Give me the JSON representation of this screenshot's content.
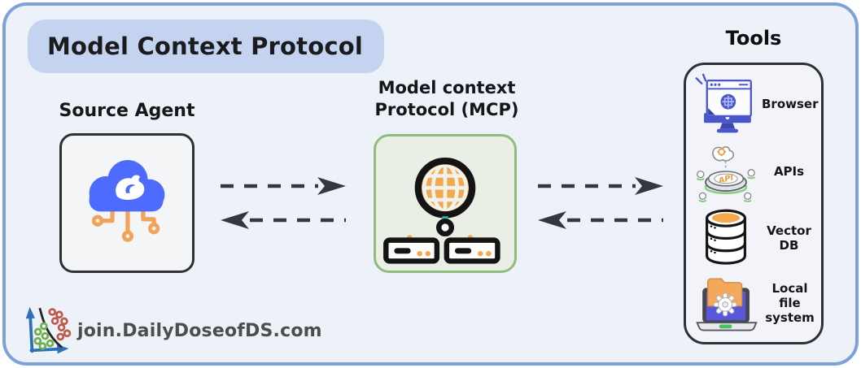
{
  "page": {
    "badge_title": "Model Context Protocol",
    "background_color": "#edf1f8",
    "frame_border_color": "#7da2d8",
    "badge_color": "#c4d4f0"
  },
  "source_agent": {
    "label": "Source Agent",
    "icon": "cloud-whale-agent-icon"
  },
  "mcp": {
    "label_line1": "Model context",
    "label_line2": "Protocol (MCP)",
    "icon": "globe-servers-icon"
  },
  "tools": {
    "label": "Tools",
    "api_badge_text": "API",
    "items": [
      {
        "label": "Browser",
        "icon": "browser-icon"
      },
      {
        "label": "APIs",
        "icon": "api-platform-icon"
      },
      {
        "label": "Vector DB",
        "icon": "vector-db-icon"
      },
      {
        "label": "Local file\nsystem",
        "icon": "local-file-system-icon"
      }
    ]
  },
  "connections": [
    {
      "from": "source-agent",
      "to": "mcp",
      "style": "dashed",
      "bidirectional": true
    },
    {
      "from": "mcp",
      "to": "tools",
      "style": "dashed",
      "bidirectional": true
    }
  ],
  "footer": {
    "link_text": "join.DailyDoseofDS.com",
    "icon": "scatter-plot-logo-icon"
  },
  "colors": {
    "agent_cloud_blue": "#4d6bfe",
    "circuit_orange": "#f3a357",
    "mcp_green_border": "#8fbc7c",
    "mcp_green_fill": "#e9efe4",
    "globe_orange": "#f5a74e",
    "arrow_dark": "#33383f",
    "tool_indigo": "#4956cc"
  }
}
